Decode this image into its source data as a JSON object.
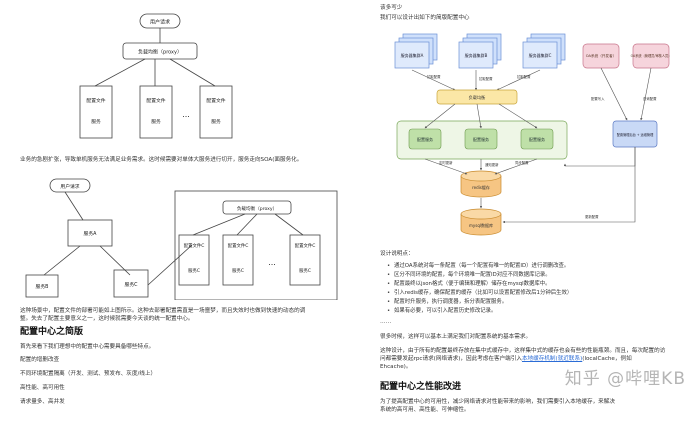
{
  "left": {
    "diagram1": {
      "user": "用户请求",
      "lb": "负载均衡（proxy）",
      "config": "配置文件",
      "service": "服务",
      "ellipsis": "..."
    },
    "para1": "业务的急剧扩张，导致单机服务无法满足业务需求。这时候需要对单体大服务进行切开，服务走向SOA(面服务化。",
    "diagram2": {
      "user": "用户请求",
      "service_a": "服务A",
      "service_b": "服务B",
      "service_c": "服务C",
      "lb": "负载均衡（proxy）",
      "config_c": "配置文件C",
      "ellipsis": "..."
    },
    "para2_1": "这种场景中，配置文件的部署可能如上图所示。这种去部署配置需直是一场噩梦，而且失效时也做到快速的动态的调",
    "para2_2": "整。失去了配置主要意义之一，这时候就需要今天谈的统一配置中心。",
    "heading1": "配置中心之简版",
    "intro": "首先来看下我们理想中的配置中心需要具备哪些特点。",
    "features": [
      "配置的增删改查",
      "不同环境配置隔离（开发、测试、预发布、灰度/线上）",
      "高性能、高可用性",
      "请求量多、高并发"
    ]
  },
  "right": {
    "top_label": "该多写少",
    "intro": "我们可以设计出如下的简版配置中心",
    "diagram": {
      "service_a": "服务器集群A",
      "service_b": "服务器集群B",
      "service_c": "服务器集群C",
      "lb": "负载均衡",
      "config_svc": "配置服务",
      "admin_a": "OA系统（开发者）",
      "admin_b": "OA系统（管理员/审核人员）",
      "admin_svc": "配置管理后台 + 运维管理",
      "redis": "redis缓存",
      "mysql": "mysql数据库",
      "lbl_pull": "拉取配置",
      "lbl_update": "定时更新",
      "lbl_notify": "通知更新",
      "lbl_write": "配置写入",
      "lbl_save": "更新配置",
      "lbl_sync": "同步配置",
      "lbl_query": "查询配置"
    },
    "explain_title": "设计说明点：",
    "bullets": [
      "通过OA系统对每一条配置（每一个配置有唯一的配置ID）进行调删改查。",
      "区分不同环境的配置，每个环境唯一配置ID对应不同数据库记录。",
      "配置最终以json格式（便于编辑和理解）储存在mysql数据库中。",
      "引入redis缓存，确保配置的缓存（比如可以设置配置修改后1分钟后生效）",
      "配置时升服务，执行调度器，拆分表配置服务。",
      "如果有必要，可以引入配置历史修改记录。"
    ],
    "dots": "……",
    "para1": "很多时候，这样可以基本上满足我们对配置系统的基本需求。",
    "para2_1": "这种设计，由于所有的配置最终存放在集中式缓存中，这样集中式的缓存也会有些的性能瓶颈。而且，每次配置的访",
    "para2_2": "问都需要发起rpc请求(网络请求)，因此考虑在客户端引入",
    "para2_link": "本地缓存机制(就近联系)",
    "para2_3": "(localCache，例如",
    "para2_4": "Ehcache)。",
    "heading2": "配置中心之性能改进",
    "para3_1": "为了提高配置中心的可用性，减少网络请求对性能带来的影响，我们需要引入本地缓存，来解决",
    "para3_2": "系统的高可用、高性能、可伸缩性。"
  },
  "watermark": "知乎 @哔哩KB"
}
